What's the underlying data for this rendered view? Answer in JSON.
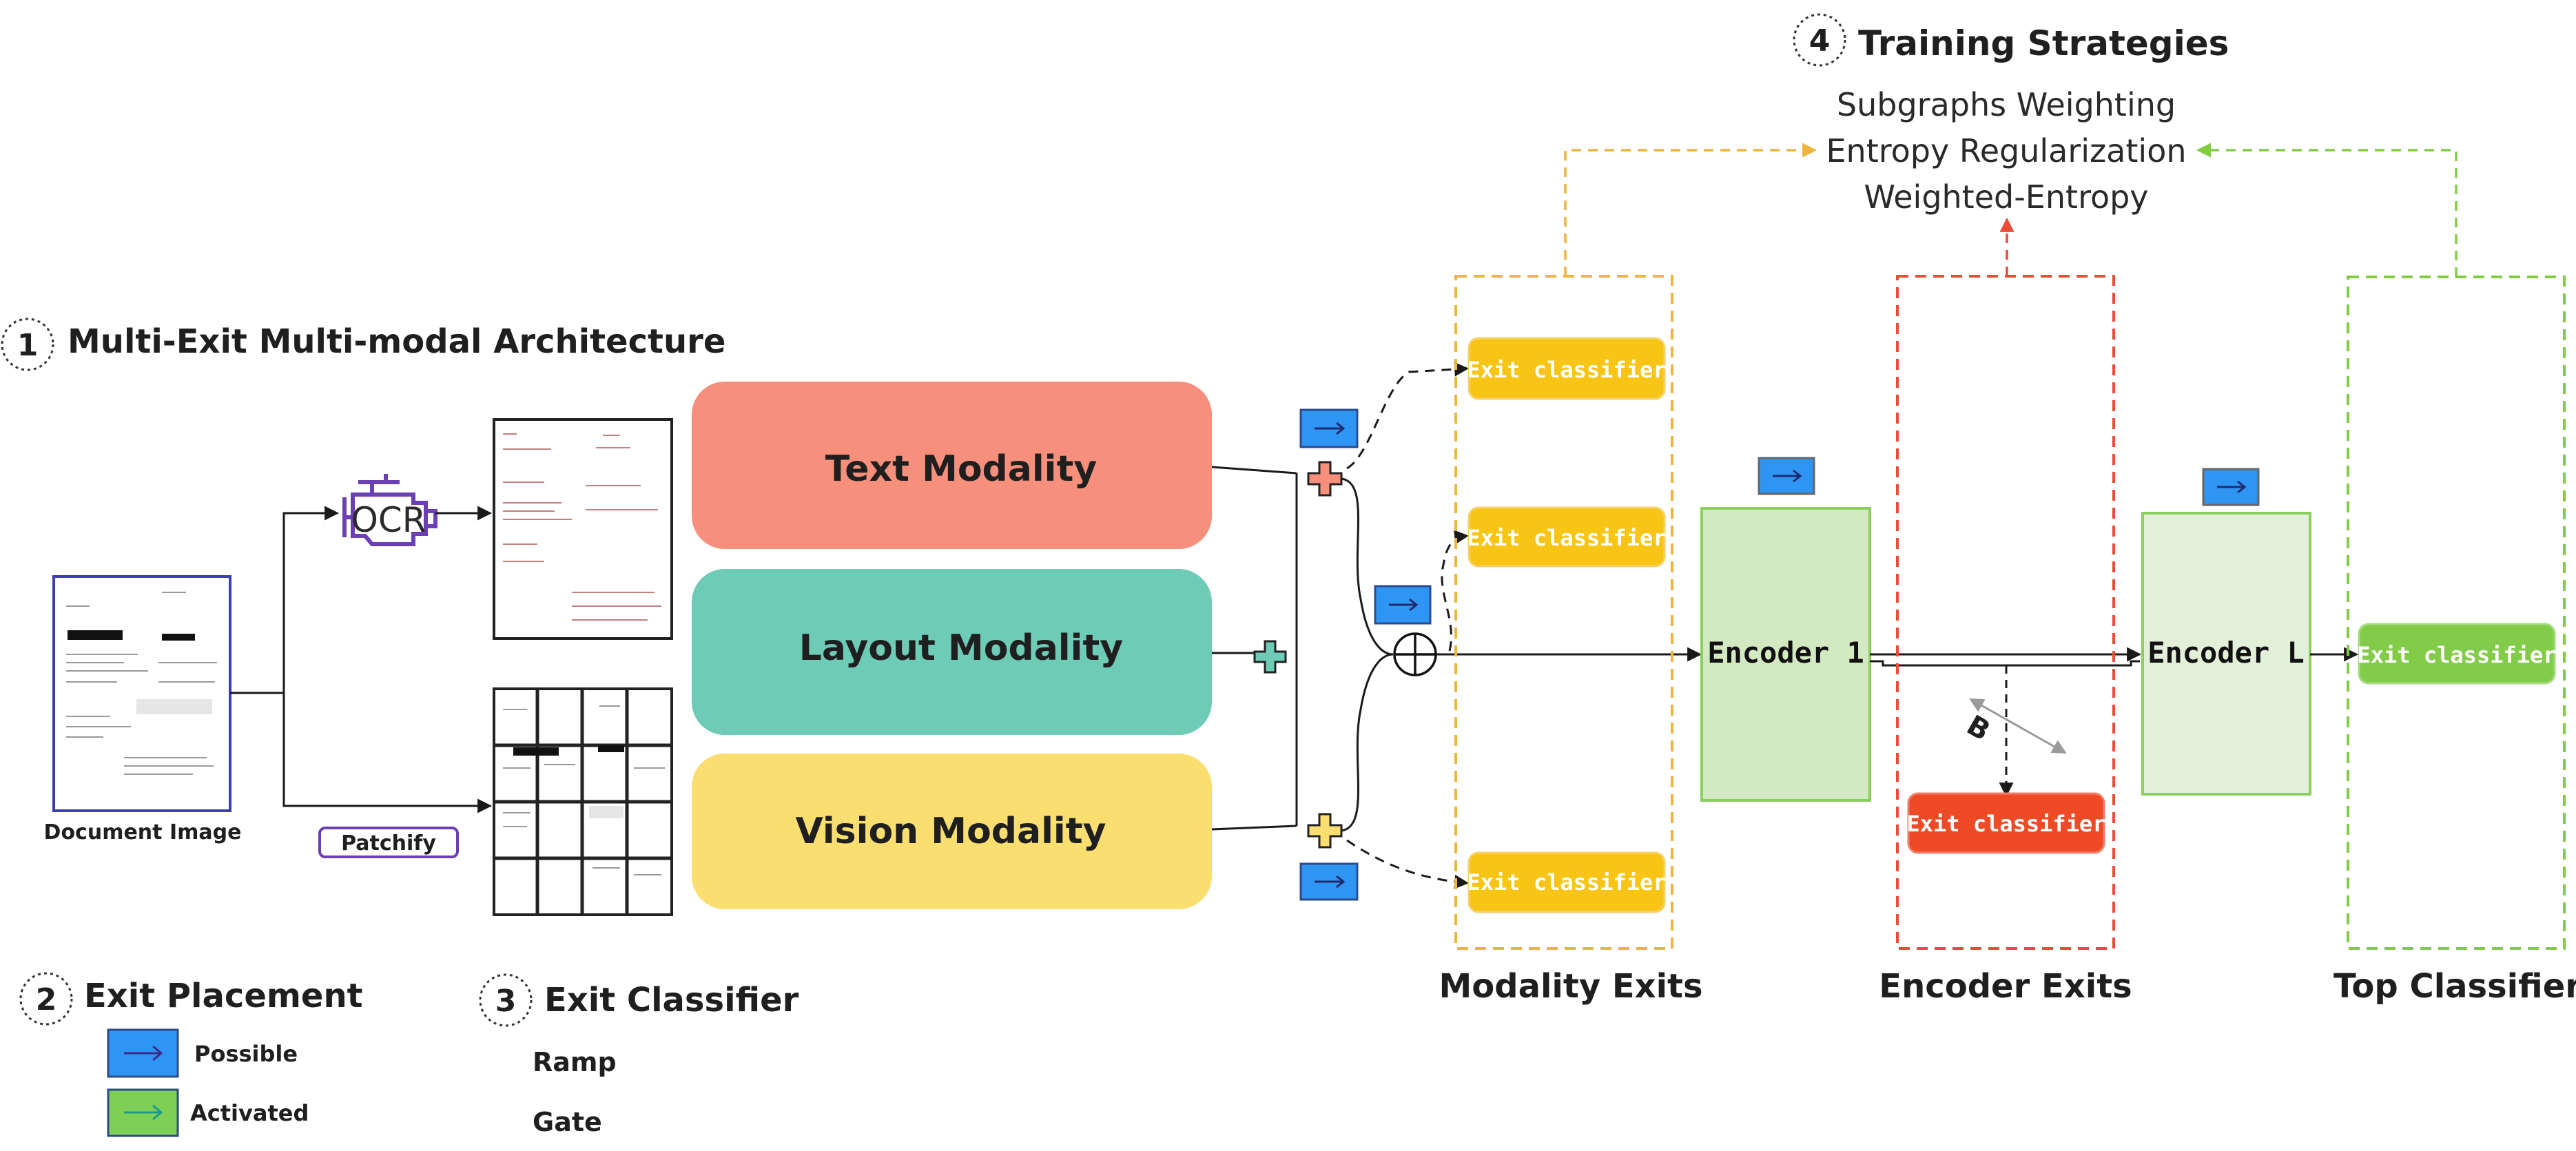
{
  "sections": {
    "architecture": {
      "number": "1",
      "title": "Multi-Exit Multi-modal Architecture"
    },
    "exit_placement": {
      "number": "2",
      "title": "Exit Placement"
    },
    "exit_classifier": {
      "number": "3",
      "title": "Exit Classifier"
    },
    "training_strategies": {
      "number": "4",
      "title": "Training Strategies"
    }
  },
  "inputs": {
    "document_image_label": "Document Image",
    "ocr_label": "OCR",
    "patchify_label": "Patchify"
  },
  "modalities": {
    "text": "Text Modality",
    "layout": "Layout Modality",
    "vision": "Vision Modality"
  },
  "encoders": {
    "first": "Encoder 1",
    "last": "Encoder L",
    "gap_label": "B"
  },
  "exit_classifier_label": "Exit classifier",
  "groups": {
    "modality_exits": "Modality Exits",
    "encoder_exits": "Encoder Exits",
    "top_classifier": "Top Classifier"
  },
  "strategies": [
    "Subgraphs Weighting",
    "Entropy Regularization",
    "Weighted-Entropy"
  ],
  "legend": {
    "possible": "Possible",
    "activated": "Activated"
  },
  "classifier_types": [
    "Ramp",
    "Gate"
  ],
  "colors": {
    "text_modality": "#F6907D",
    "layout_modality": "#6DCBB6",
    "vision_modality": "#FADE6F",
    "modality_exit": "#F8C517",
    "encoder_exit": "#EF4A26",
    "top_exit": "#83CC4A",
    "possible": "#2F95F2",
    "activated": "#7DCF55",
    "modality_group_border": "#EEB43C",
    "encoder_group_border": "#EF4A36",
    "top_group_border": "#82CC42",
    "purple": "#6B3FB5"
  },
  "icons": [
    "engine-icon",
    "arrow-right-icon",
    "plus-icon",
    "circled-plus-icon"
  ]
}
